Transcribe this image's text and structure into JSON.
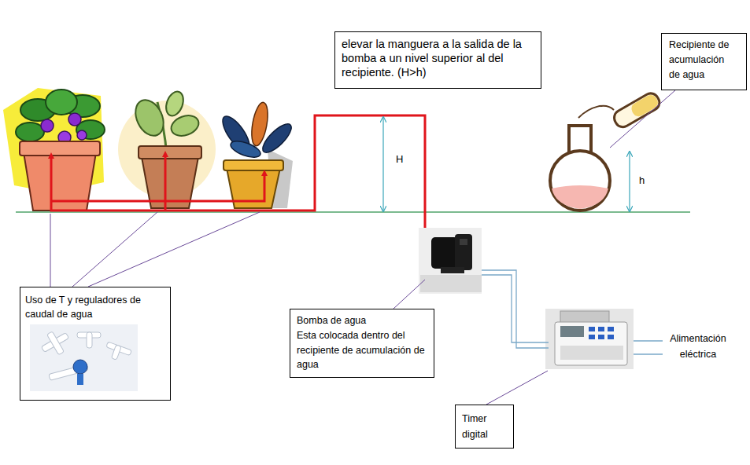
{
  "diagram": {
    "nodes": [
      {
        "text": [
          "elevar la manguera a la salida de la bomba a un nivel superior al del recipiente. (H>h)"
        ]
      },
      {
        "text": [
          "Recipiente de acumulación de agua"
        ]
      },
      {
        "text": [
          "Uso de T y reguladores de caudal de agua"
        ]
      },
      {
        "text": [
          "Bomba de agua",
          "Esta colocada dentro del recipiente de acumulación de agua"
        ]
      },
      {
        "text": [
          "Timer digital"
        ]
      }
    ],
    "labels": [
      "H",
      "h",
      "Alimentación eléctrica"
    ]
  }
}
